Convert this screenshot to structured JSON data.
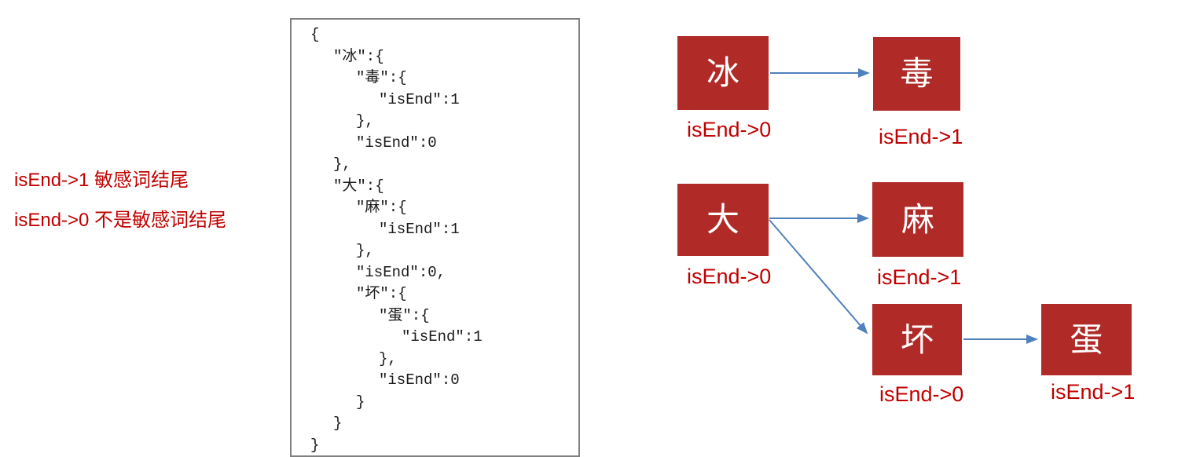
{
  "annotations": {
    "legend_isend_1": "isEnd->1 敏感词结尾",
    "legend_isend_0": "isEnd->0 不是敏感词结尾"
  },
  "code": {
    "lines": [
      {
        "indent": 0,
        "text": "{"
      },
      {
        "indent": 1,
        "text": "″冰″:{"
      },
      {
        "indent": 2,
        "text": "″毒″:{"
      },
      {
        "indent": 3,
        "text": "″isEnd″:1"
      },
      {
        "indent": 2,
        "text": "},"
      },
      {
        "indent": 2,
        "text": "″isEnd″:0"
      },
      {
        "indent": 1,
        "text": "},"
      },
      {
        "indent": 1,
        "text": "″大″:{"
      },
      {
        "indent": 2,
        "text": "″麻″:{"
      },
      {
        "indent": 3,
        "text": "″isEnd″:1"
      },
      {
        "indent": 2,
        "text": "},"
      },
      {
        "indent": 2,
        "text": "″isEnd″:0,"
      },
      {
        "indent": 2,
        "text": "″坏″:{"
      },
      {
        "indent": 3,
        "text": "″蛋″:{"
      },
      {
        "indent": 4,
        "text": "″isEnd″:1"
      },
      {
        "indent": 3,
        "text": "},"
      },
      {
        "indent": 3,
        "text": "″isEnd″:0"
      },
      {
        "indent": 2,
        "text": "}"
      },
      {
        "indent": 1,
        "text": "}"
      },
      {
        "indent": 0,
        "text": "}"
      }
    ]
  },
  "diagram": {
    "nodes": [
      {
        "id": "bing",
        "char": "冰",
        "label": "isEnd->0"
      },
      {
        "id": "du",
        "char": "毒",
        "label": "isEnd->1"
      },
      {
        "id": "da",
        "char": "大",
        "label": "isEnd->0"
      },
      {
        "id": "ma",
        "char": "麻",
        "label": "isEnd->1"
      },
      {
        "id": "huai",
        "char": "坏",
        "label": "isEnd->0"
      },
      {
        "id": "dan",
        "char": "蛋",
        "label": "isEnd->1"
      }
    ],
    "edges": [
      {
        "from": "bing",
        "to": "du"
      },
      {
        "from": "da",
        "to": "ma"
      },
      {
        "from": "da",
        "to": "huai"
      },
      {
        "from": "huai",
        "to": "dan"
      }
    ]
  },
  "colors": {
    "background": "#ffffff",
    "node_fill": "#b02b28",
    "node_text": "#ffffff",
    "arrow": "#4f81bd",
    "label_text": "#c00000",
    "code_text": "#1a1a1a",
    "code_box_border": "#808080"
  }
}
